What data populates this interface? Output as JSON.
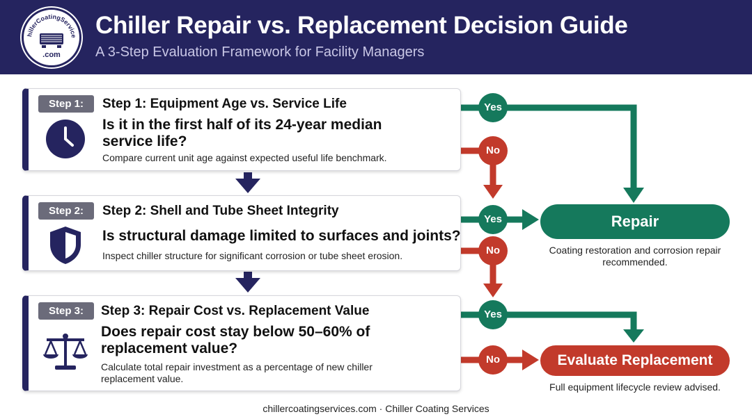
{
  "header": {
    "title": "Chiller Repair vs. Replacement Decision Guide",
    "subtitle": "A 3-Step Evaluation Framework for Facility Managers",
    "logo": {
      "top_text": "ChillerCoatingServices",
      "bottom_text": ".com"
    }
  },
  "steps": [
    {
      "badge": "Step 1:",
      "title": "Step 1: Equipment Age vs. Service Life",
      "question": "Is it in the first half of its 24-year median service life?",
      "description": "Compare current unit age against expected useful life benchmark.",
      "icon": "clock-icon",
      "yes_label": "Yes",
      "no_label": "No"
    },
    {
      "badge": "Step 2:",
      "title": "Step 2: Shell and Tube Sheet Integrity",
      "question": "Is structural damage limited to surfaces and joints?",
      "description": "Inspect chiller structure for significant corrosion or tube sheet erosion.",
      "icon": "shield-icon",
      "yes_label": "Yes",
      "no_label": "No"
    },
    {
      "badge": "Step 3:",
      "title": "Step 3: Repair Cost vs. Replacement Value",
      "question": "Does repair cost stay below 50–60% of replacement value?",
      "description": "Calculate total repair investment as a percentage of new chiller replacement value.",
      "icon": "scales-icon",
      "yes_label": "Yes",
      "no_label": "No"
    }
  ],
  "outcomes": {
    "repair": {
      "label": "Repair",
      "note": "Coating restoration and corrosion repair recommended."
    },
    "replace": {
      "label": "Evaluate Replacement",
      "note": "Full equipment lifecycle review advised."
    }
  },
  "colors": {
    "navy": "#25245f",
    "green": "#15795c",
    "red": "#c23a2b",
    "badge_gray": "#6b6b7a"
  },
  "footer": "chillercoatingservices.com · Chiller Coating Services"
}
